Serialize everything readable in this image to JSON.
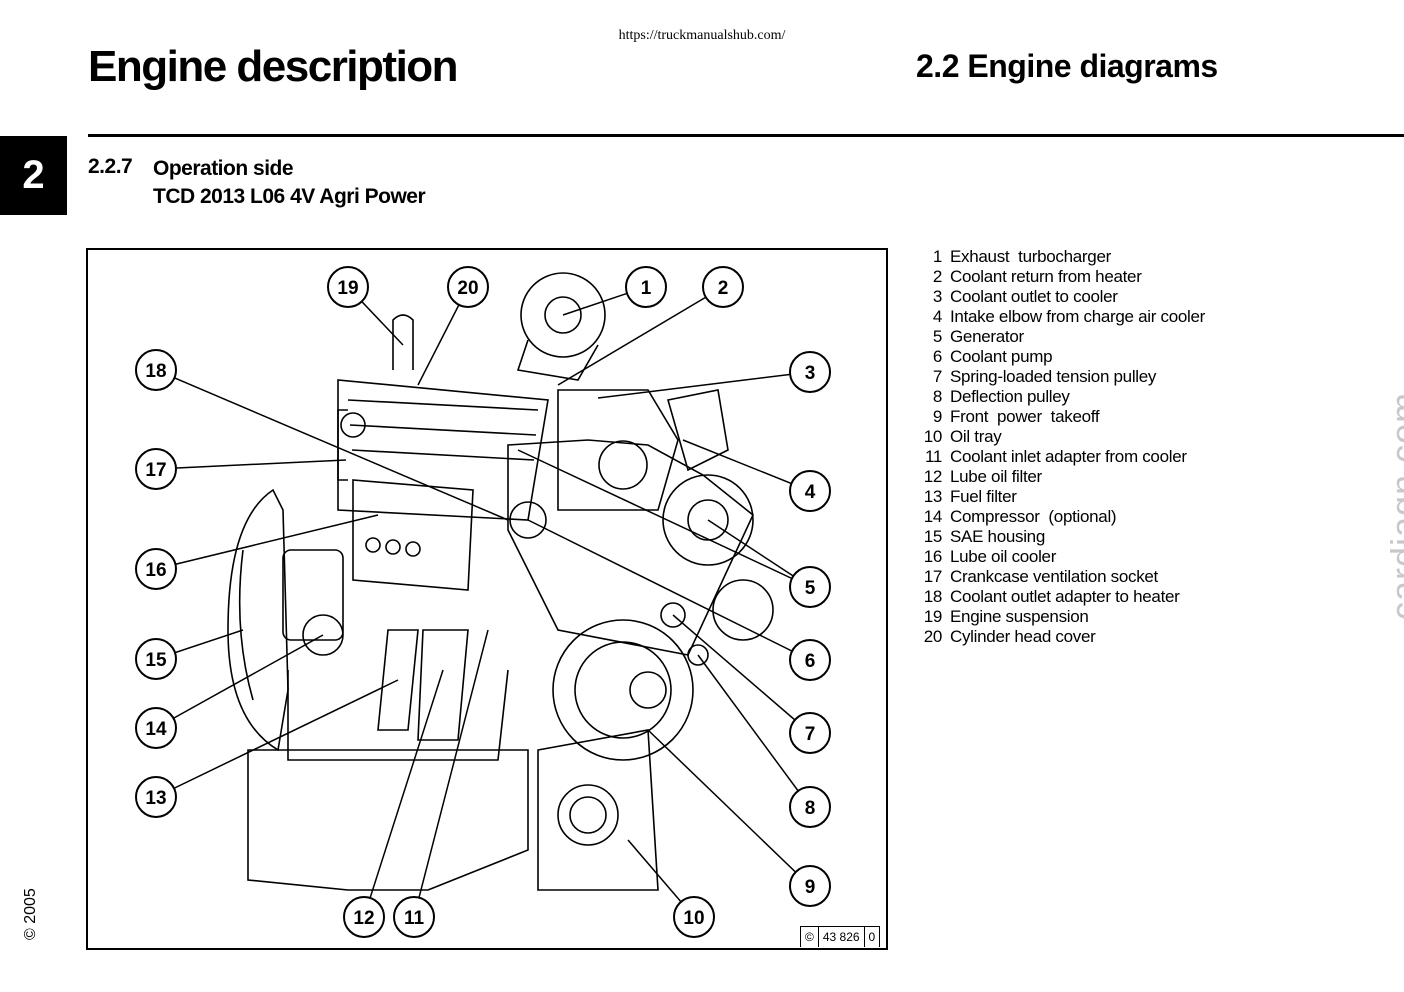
{
  "header": {
    "url": "https://truckmanualshub.com/",
    "title": "Engine description",
    "section": "2.2  Engine diagrams",
    "chapter": "2"
  },
  "subsection": {
    "number": "2.2.7",
    "title": "Operation side",
    "subtitle": "TCD 2013 L06 4V Agri Power"
  },
  "figure": {
    "id_symbol": "©",
    "id_number": "43 826",
    "id_suffix": "0",
    "callouts": [
      "1",
      "2",
      "3",
      "4",
      "5",
      "6",
      "7",
      "8",
      "9",
      "10",
      "11",
      "12",
      "13",
      "14",
      "15",
      "16",
      "17",
      "18",
      "19",
      "20"
    ]
  },
  "legend": [
    {
      "num": "1",
      "label": "Exhaust  turbocharger"
    },
    {
      "num": "2",
      "label": "Coolant return from heater"
    },
    {
      "num": "3",
      "label": "Coolant outlet to cooler"
    },
    {
      "num": "4",
      "label": "Intake elbow from charge air cooler"
    },
    {
      "num": "5",
      "label": "Generator"
    },
    {
      "num": "6",
      "label": "Coolant pump"
    },
    {
      "num": "7",
      "label": "Spring-loaded tension pulley"
    },
    {
      "num": "8",
      "label": "Deflection pulley"
    },
    {
      "num": "9",
      "label": "Front  power  takeoff"
    },
    {
      "num": "10",
      "label": "Oil tray"
    },
    {
      "num": "11",
      "label": "Coolant inlet adapter from cooler"
    },
    {
      "num": "12",
      "label": "Lube oil filter"
    },
    {
      "num": "13",
      "label": "Fuel filter"
    },
    {
      "num": "14",
      "label": "Compressor  (optional)"
    },
    {
      "num": "15",
      "label": "SAE housing"
    },
    {
      "num": "16",
      "label": "Lube oil cooler"
    },
    {
      "num": "17",
      "label": "Crankcase ventilation socket"
    },
    {
      "num": "18",
      "label": "Coolant outlet adapter to heater"
    },
    {
      "num": "19",
      "label": "Engine suspension"
    },
    {
      "num": "20",
      "label": "Cylinder head cover"
    }
  ],
  "footer": {
    "copyright": "© 2005",
    "watermark": "cardiagn.com"
  }
}
